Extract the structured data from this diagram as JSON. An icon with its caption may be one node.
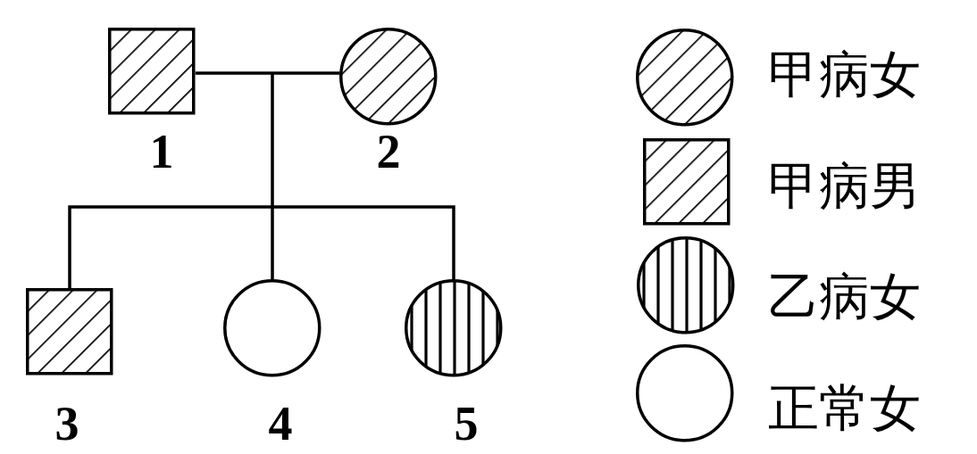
{
  "diagram": {
    "nodes": [
      {
        "text": [],
        "shape": "box",
        "beside": [
          "1"
        ]
      },
      {
        "text": [],
        "shape": "circle",
        "beside": [
          "2"
        ]
      },
      {
        "text": [],
        "shape": "box",
        "beside": [
          "3"
        ]
      },
      {
        "text": [],
        "shape": "circle",
        "beside": [
          "4"
        ]
      },
      {
        "text": [],
        "shape": "circle",
        "beside": [
          "5"
        ]
      }
    ],
    "edges": [
      {
        "from": 0,
        "to": 1,
        "arrow": "none"
      },
      {
        "from": 0,
        "to": 2,
        "arrow": "none"
      },
      {
        "from": 0,
        "to": 3,
        "arrow": "none"
      },
      {
        "from": 0,
        "to": 4,
        "arrow": "none"
      },
      {
        "from": 1,
        "to": 2,
        "arrow": "none"
      },
      {
        "from": 1,
        "to": 3,
        "arrow": "none"
      },
      {
        "from": 1,
        "to": 4,
        "arrow": "none"
      }
    ],
    "legend": [
      {
        "text": "甲病女"
      },
      {
        "text": "甲病男"
      },
      {
        "text": "乙病女"
      },
      {
        "text": "正常女"
      }
    ]
  }
}
